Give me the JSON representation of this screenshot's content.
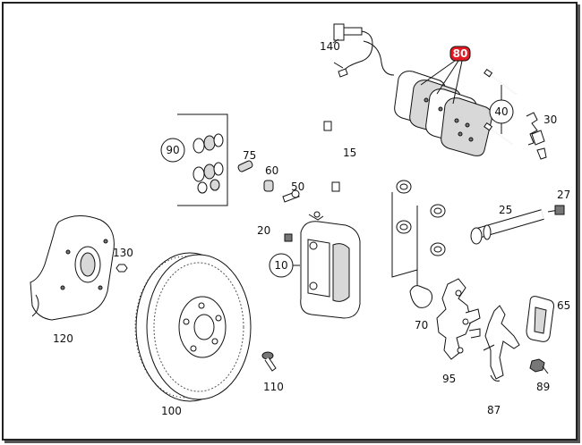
{
  "diagram": {
    "colors": {
      "line": "#111111",
      "highlight_fill": "#e01b24",
      "highlight_text": "#ffffff",
      "shade": "#d8d8d8"
    },
    "labels": {
      "p140": "140",
      "p80": "80",
      "p40": "40",
      "p30": "30",
      "p90": "90",
      "p75": "75",
      "p15": "15",
      "p60": "60",
      "p50": "50",
      "p25": "25",
      "p27": "27",
      "p20": "20",
      "p130": "130",
      "p10": "10",
      "p65": "65",
      "p70": "70",
      "p120": "120",
      "p110": "110",
      "p95": "95",
      "p89": "89",
      "p100": "100",
      "p87": "87"
    },
    "highlighted_part": "80"
  }
}
